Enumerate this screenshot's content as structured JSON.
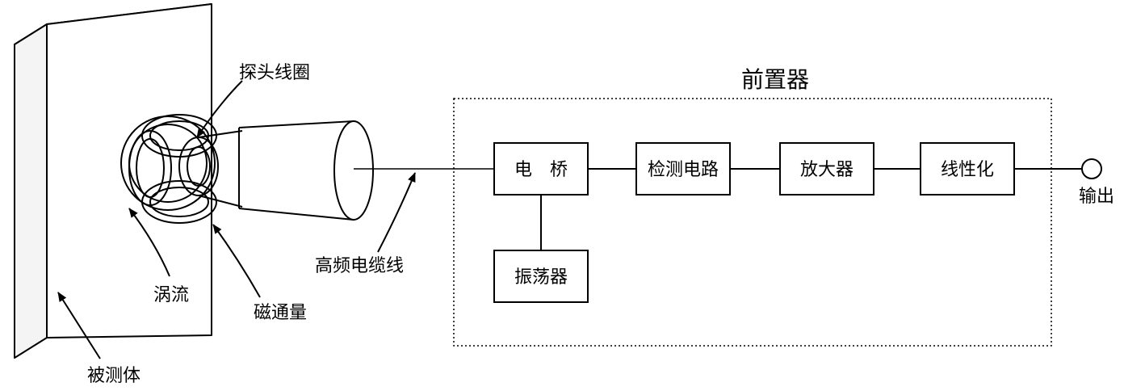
{
  "labels": {
    "probe_coil": "探头线圈",
    "preamp": "前置器",
    "eddy_current": "涡流",
    "magnetic_flux": "磁通量",
    "target": "被测体",
    "cable": "高频电缆线",
    "output": "输出"
  },
  "blocks": {
    "bridge": "电　桥",
    "detector": "检测电路",
    "amplifier": "放大器",
    "linearizer": "线性化",
    "oscillator": "振荡器"
  },
  "colors": {
    "ink": "#000000",
    "background": "#ffffff",
    "panel_shade": "#f4f4f4"
  }
}
